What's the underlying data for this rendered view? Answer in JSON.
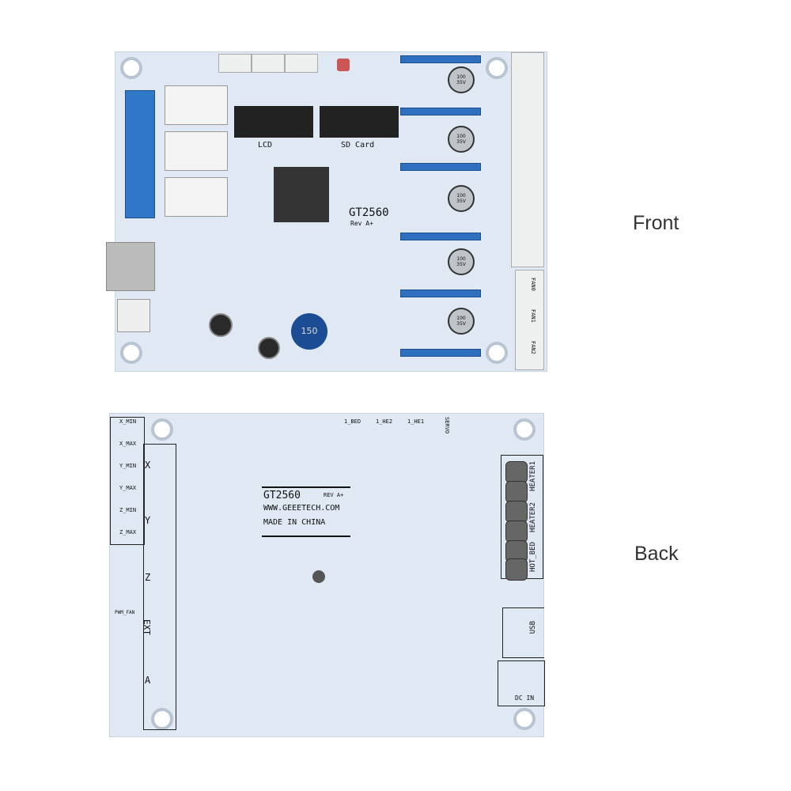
{
  "labels": {
    "front": "Front",
    "back": "Back"
  },
  "front_board": {
    "model": "GT2560",
    "rev": "Rev A+",
    "lcd": "LCD",
    "sd_card": "SD Card",
    "fans": [
      "FAN0",
      "FAN1",
      "FAN2"
    ],
    "cap_text": "100 35V",
    "inductor": "150"
  },
  "back_board": {
    "model": "GT2560",
    "rev": "REV A+",
    "url": "WWW.GEEETECH.COM",
    "made_in": "MADE IN CHINA",
    "heaters": [
      "HEATER1",
      "HEATER2",
      "HOT_BED"
    ],
    "usb": "USB",
    "dc_in": "DC IN",
    "endstops": [
      "X_MIN",
      "X_MAX",
      "Y_MIN",
      "Y_MAX",
      "Z_MIN",
      "Z_MAX"
    ],
    "motors": [
      "X",
      "Y",
      "Z",
      "EXT",
      "A"
    ],
    "pwm_fan": "PWM_FAN",
    "top_headers": [
      "1_BED",
      "1_HE2",
      "1_HE1",
      "SERVO"
    ]
  },
  "colors": {
    "pcb": "#dfe8f3",
    "header_blue": "#2e6fc0",
    "terminal_blue": "#2f78c8"
  }
}
